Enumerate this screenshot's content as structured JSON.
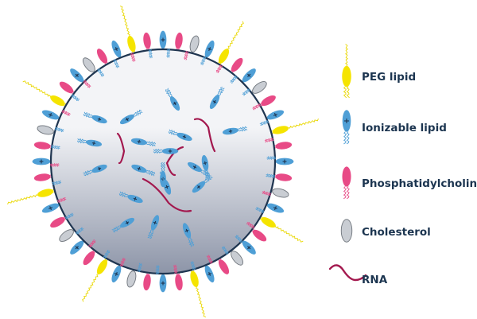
{
  "colors": {
    "membrane": "#1f3550",
    "core_top": "#f3f4f7",
    "core_bottom": "#8d95a8",
    "peg_head": "#f5e400",
    "peg_tail": "#e9d700",
    "ionizable_head": "#4f9fd6",
    "ionizable_tail": "#4f9fd6",
    "pc_head": "#e84a86",
    "pc_tail": "#e84a86",
    "cholesterol": "#c9cdd3",
    "cholesterol_stroke": "#6f757c",
    "rna": "#a3184e",
    "charge_mark": "#1f3550"
  },
  "legend": {
    "peg": {
      "label": "PEG lipid",
      "icon": "peg-lipid-icon"
    },
    "ionizable": {
      "label": "Ionizable lipid",
      "icon": "ionizable-lipid-icon"
    },
    "pc": {
      "label": "Phosphatidylcholine",
      "icon": "phosphatidylcholine-icon"
    },
    "cholesterol": {
      "label": "Cholesterol",
      "icon": "cholesterol-icon"
    },
    "rna": {
      "label": "RNA",
      "icon": "rna-strand-icon"
    }
  },
  "charge_symbol": "+"
}
